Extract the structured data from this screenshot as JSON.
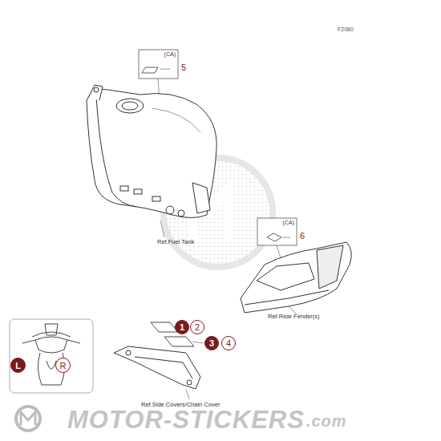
{
  "diagram": {
    "nodes": [
      {
        "text": [
          "(CA)"
        ]
      },
      {
        "text": [
          "(CA)"
        ]
      },
      {
        "text": [
          "1"
        ]
      },
      {
        "text": [
          "2"
        ]
      },
      {
        "text": [
          "3"
        ]
      },
      {
        "text": [
          "4"
        ]
      },
      {
        "text": [
          "L"
        ]
      },
      {
        "text": [
          "R"
        ]
      }
    ],
    "labels": [
      "F2080",
      "5",
      "6",
      "Ref.Fuel Tank",
      "Ref.Rear Fender(s)",
      "Ref.Side Covers/Chain Cover",
      "MOTOR-STICKERS",
      ".com"
    ]
  }
}
